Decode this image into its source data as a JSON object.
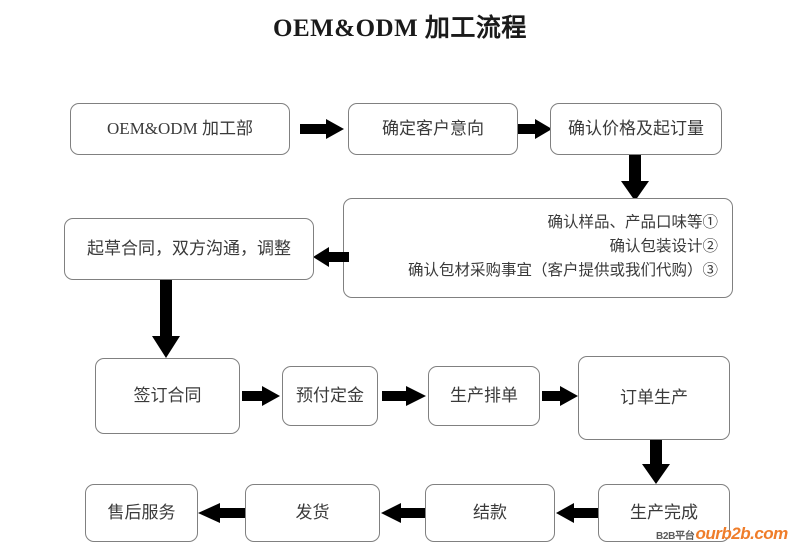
{
  "title": "OEM&ODM 加工流程",
  "colors": {
    "box_border": "#808080",
    "text": "#3a3a3a",
    "arrow": "#000000",
    "watermark_accent": "#ef7d2a",
    "background": "#ffffff"
  },
  "nodes": {
    "dept": "OEM&ODM 加工部",
    "confirm_intent": "确定客户意向",
    "confirm_price": "确认价格及起订量",
    "details": {
      "line1": "确认样品、产品口味等①",
      "line2": "确认包装设计②",
      "line3": "确认包材采购事宜（客户提供或我们代购）③"
    },
    "draft_contract": "起草合同，双方沟通，调整",
    "sign_contract": "签订合同",
    "deposit": "预付定金",
    "production_schedule": "生产排单",
    "order_production": "订单生产",
    "production_done": "生产完成",
    "settlement": "结款",
    "shipping": "发货",
    "after_sales": "售后服务"
  },
  "watermark": {
    "prefix": "B2B平台",
    "domain": "ourb2b.com"
  }
}
